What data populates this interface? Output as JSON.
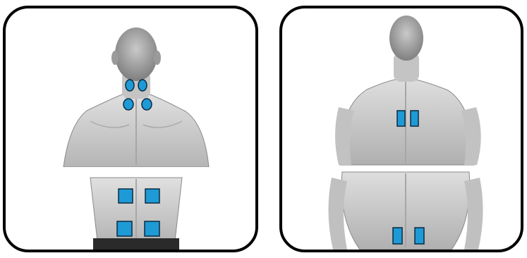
{
  "colors": {
    "pad_fill": "#1e9ad6",
    "pad_stroke": "#0a2a40",
    "skin_light": "#d6d6d6",
    "skin_dark": "#8a8a8a",
    "hair": "#9a9a9a",
    "shorts": "#2a2a2a",
    "frame": "#000000"
  },
  "panels": [
    {
      "name": "left",
      "views": [
        {
          "name": "upper-back-neck",
          "pad_shape": "ellipse",
          "pad_count": 4
        },
        {
          "name": "lower-back",
          "pad_shape": "square",
          "pad_count": 4
        }
      ]
    },
    {
      "name": "right",
      "views": [
        {
          "name": "mid-back",
          "pad_shape": "rectangle",
          "pad_count": 2
        },
        {
          "name": "lower-back",
          "pad_shape": "rectangle",
          "pad_count": 2
        }
      ]
    }
  ]
}
